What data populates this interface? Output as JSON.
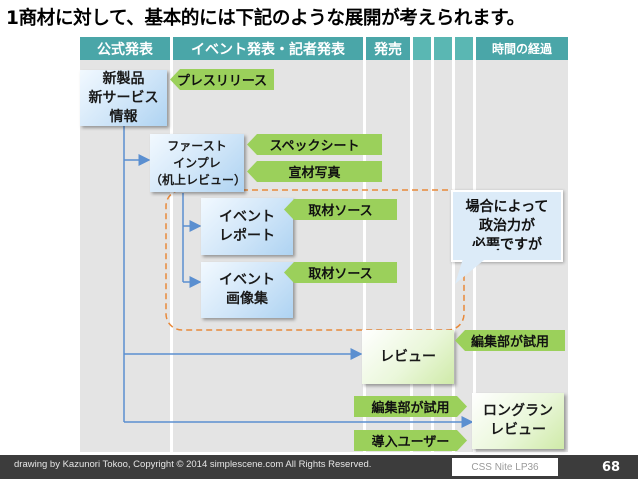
{
  "title": "1商材に対して、基本的には下記のような展開が考えられます。",
  "headers": {
    "official": "公式発表",
    "event_press": "イベント発表・記者発表",
    "release": "発売",
    "time": "時間の経過"
  },
  "boxes": {
    "new_product": "新製品\n新サービス\n情報",
    "first_impression": "ファースト\nインプレ\n（机上レビュー）",
    "event_report": "イベント\nレポート",
    "event_gallery": "イベント\n画像集",
    "review": "レビュー",
    "long_review": "ロングラン\nレビュー"
  },
  "pills": {
    "press_release": "プレスリリース",
    "spec_sheet": "スペックシート",
    "promo_photos": "宣材写真",
    "source_1": "取材ソース",
    "source_2": "取材ソース",
    "editorial_trial_1": "編集部が試用",
    "editorial_trial_2": "編集部が試用",
    "adopting_users": "導入ユーザー"
  },
  "callout": "場合によって\n政治力が\n必要ですが",
  "footer": {
    "credit": "drawing by Kazunori Tokoo, Copyright © 2014 simplescene.com All Rights Reserved.",
    "event": "CSS Nite LP36",
    "page": "68"
  },
  "colors": {
    "header_teal": "#4aa6a8",
    "pill_green": "#9bd05b",
    "box_blue": "#aed3f2",
    "box_green": "#cfeaa8",
    "connector_blue": "#5b8fd0",
    "dashed_orange": "#e8893a"
  }
}
